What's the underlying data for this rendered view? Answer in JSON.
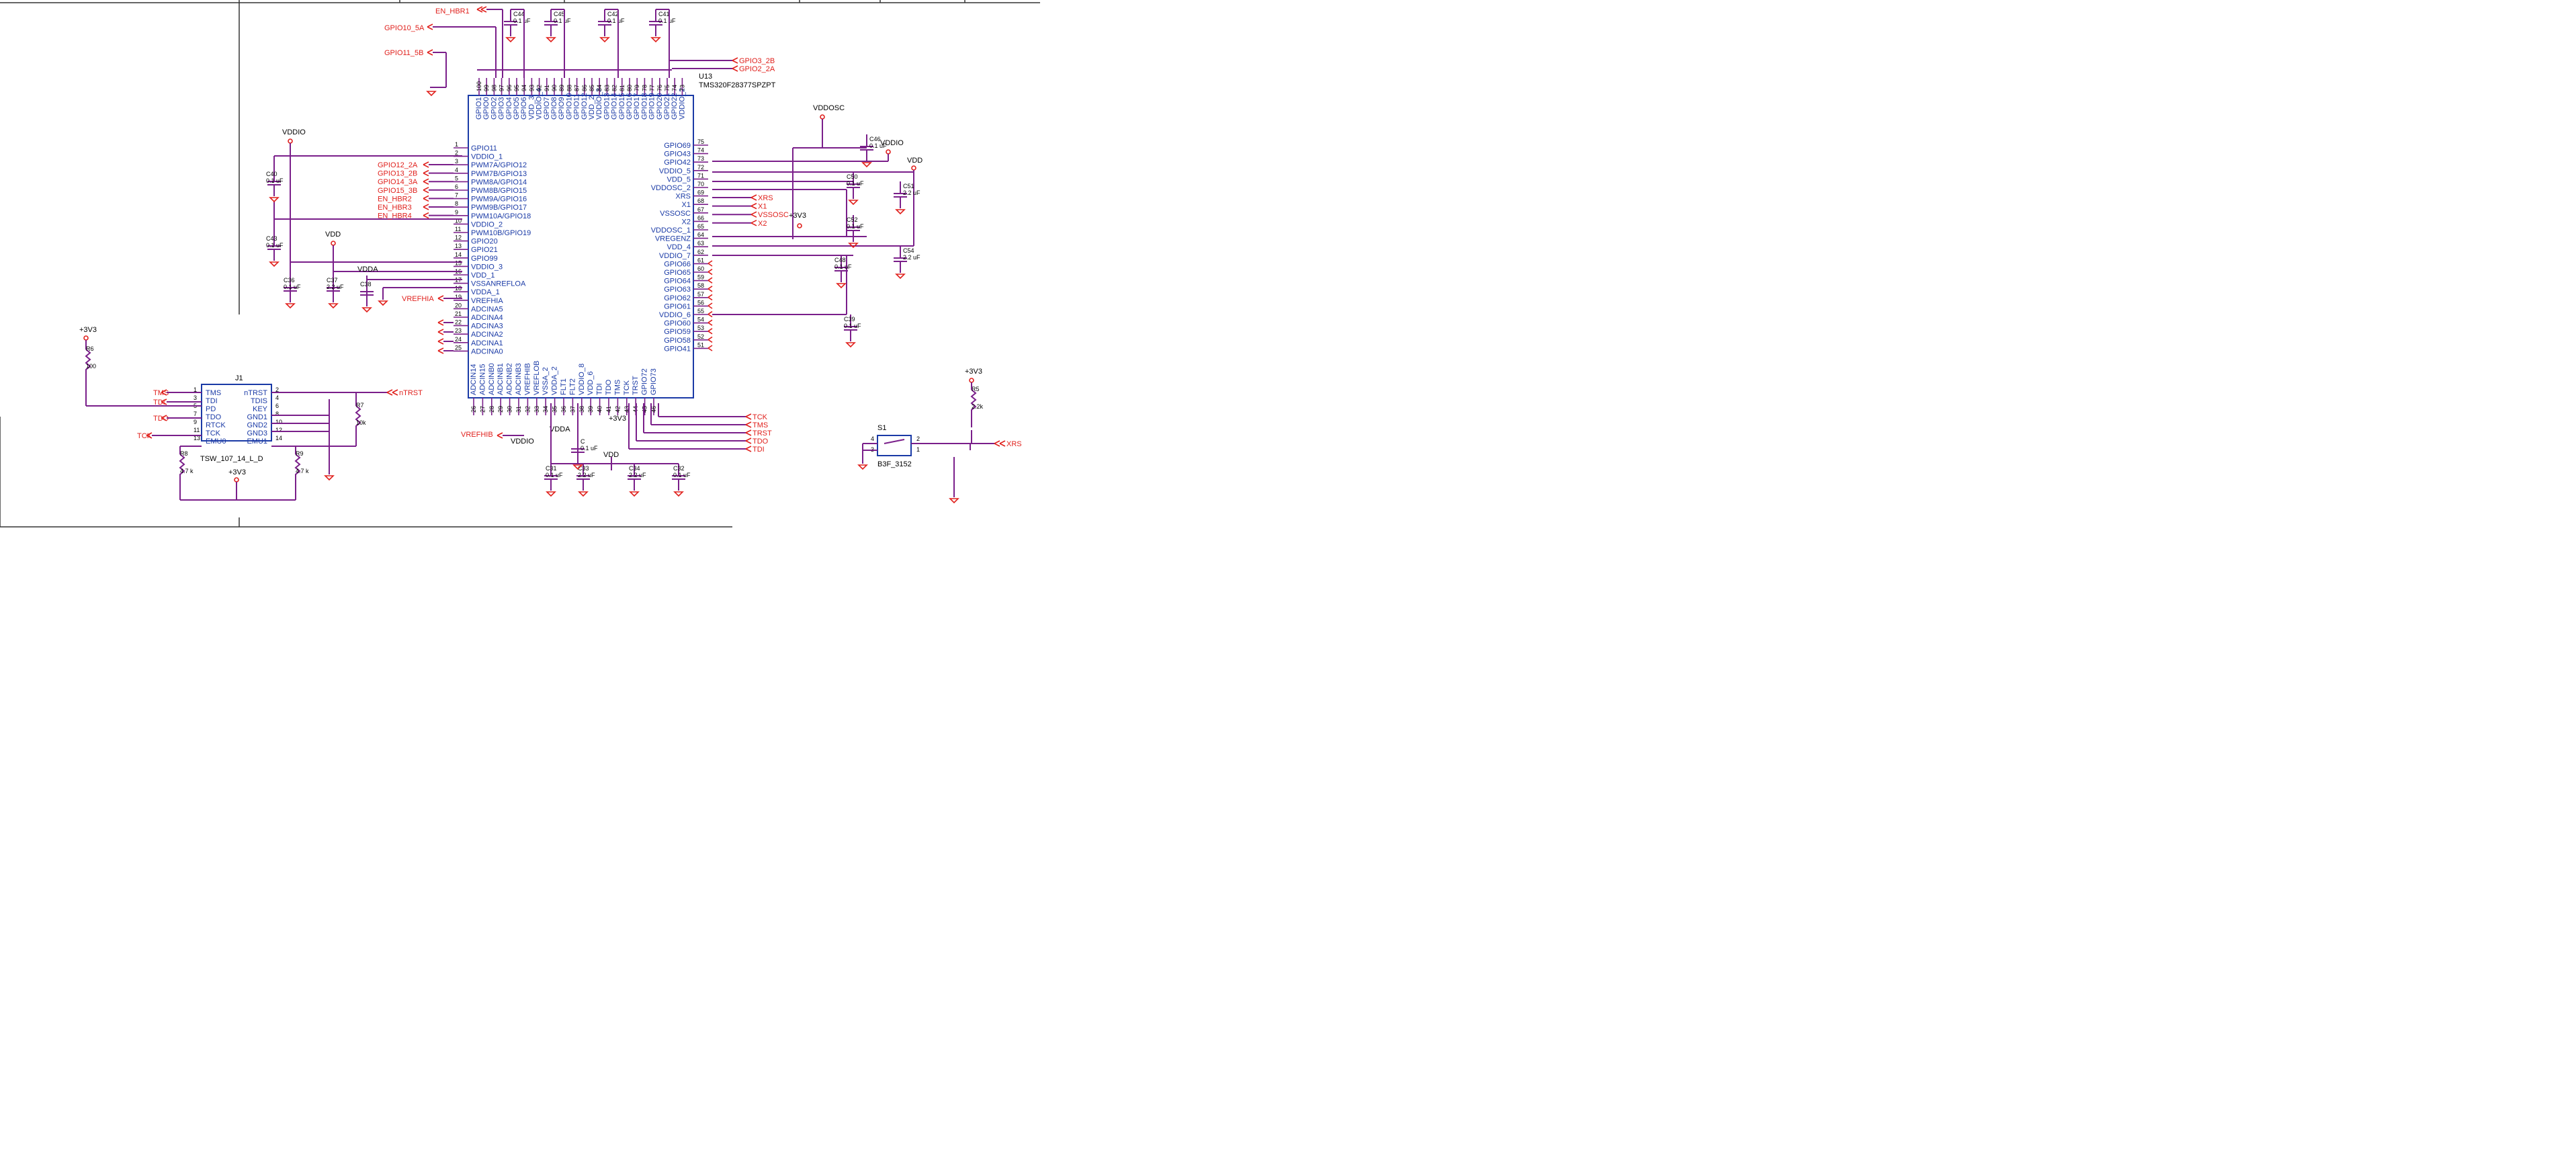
{
  "colors": {
    "wire": "#7a1f8a",
    "component_body": "#1a3aa6",
    "net_label": "#e0201c",
    "frame": "#333333",
    "background": "#ffffff"
  },
  "u13": {
    "ref": "U13",
    "part": "TMS320F28377SPZPT",
    "top_pins": [
      "GPIO1",
      "GPIO0",
      "GPIO2",
      "GPIO3",
      "GPIO4",
      "GPIO5",
      "GPIO6",
      "VDD_3",
      "VDDIO_4",
      "GPIO7",
      "GPIO8",
      "GPIO9",
      "GPIO10",
      "GPIO11",
      "GPIO12",
      "VDD_2",
      "VDDIO_3",
      "GPIO13",
      "GPIO14",
      "GPIO15",
      "GPIO16",
      "GPIO17",
      "GPIO18",
      "GPIO19",
      "GPIO20",
      "GPIO21",
      "GPIO22",
      "VDDIO_2"
    ],
    "left_pins": [
      "GPIO11",
      "VDDIO_1",
      "PWM7A/GPIO12",
      "PWM7B/GPIO13",
      "PWM8A/GPIO14",
      "PWM8B/GPIO15",
      "PWM9A/GPIO16",
      "PWM9B/GPIO17",
      "PWM10A/GPIO18",
      "VDDIO_2",
      "PWM10B/GPIO19",
      "GPIO20",
      "GPIO21",
      "GPIO99",
      "VDDIO_3",
      "VDD_1",
      "VSSANREFLOA",
      "VDDA_1",
      "VREFHIA",
      "ADCINA5",
      "ADCINA4",
      "ADCINA3",
      "ADCINA2",
      "ADCINA1",
      "ADCINA0"
    ],
    "right_pins": [
      "GPIO69",
      "GPIO43",
      "GPIO42",
      "VDDIO_5",
      "VDD_5",
      "VDDOSC_2",
      "XRS",
      "X1",
      "VSSOSC",
      "X2",
      "VDDOSC_1",
      "VREGENZ",
      "VDD_4",
      "VDDIO_7",
      "GPIO66",
      "GPIO65",
      "GPIO64",
      "GPIO63",
      "GPIO62",
      "GPIO61",
      "VDDIO_6",
      "GPIO60",
      "GPIO59",
      "GPIO58",
      "GPIO41"
    ],
    "bottom_pins": [
      "ADCIN14",
      "ADCIN15",
      "ADCINB0",
      "ADCINB1",
      "ADCINB2",
      "ADCINB3",
      "VREFHIB",
      "VREFLOB",
      "VSSA_2",
      "VDDA_2",
      "FLT1",
      "FLT2",
      "VDDIO_8",
      "VDD_6",
      "TDI",
      "TDO",
      "TMS",
      "TCK",
      "TRST",
      "GPIO72",
      "GPIO73"
    ]
  },
  "left_nets": [
    "GPIO12_2A",
    "GPIO13_2B",
    "GPIO14_3A",
    "GPIO15_3B",
    "EN_HBR2",
    "EN_HBR3",
    "EN_HBR4"
  ],
  "top_nets": [
    "EN_HBR1",
    "GPIO10_5A",
    "GPIO11_5B"
  ],
  "right_top_nets": [
    "GPIO3_2B",
    "GPIO2_2A"
  ],
  "right_nets": [
    "XRS",
    "X1",
    "VSSOSC",
    "X2"
  ],
  "bottom_nets": [
    "TCK",
    "TMS",
    "TRST",
    "TDO",
    "TDI"
  ],
  "power": {
    "vddio": "VDDIO",
    "vdd": "VDD",
    "vdda": "VDDA",
    "vddosc": "VDDOSC",
    "p3v3": "+3V3",
    "vrefhia": "VREFHIA",
    "vrefhib": "VREFHIB"
  },
  "caps": [
    {
      "ref": "C44",
      "val": "0.1 uF"
    },
    {
      "ref": "C45",
      "val": "0.1 uF"
    },
    {
      "ref": "C42",
      "val": "0.1 uF"
    },
    {
      "ref": "C41",
      "val": "0.1 uF"
    },
    {
      "ref": "C40",
      "val": "0.1 uF"
    },
    {
      "ref": "C43",
      "val": "0.1 uF"
    },
    {
      "ref": "C36",
      "val": "0.1 uF"
    },
    {
      "ref": "C37",
      "val": "2.2 uF"
    },
    {
      "ref": "C38",
      "val": ""
    },
    {
      "ref": "C46",
      "val": "0.1 uF"
    },
    {
      "ref": "C50",
      "val": "0.1 uF"
    },
    {
      "ref": "C51",
      "val": "2.2 uF"
    },
    {
      "ref": "C52",
      "val": "0.1 uF"
    },
    {
      "ref": "C48",
      "val": "0.1 uF"
    },
    {
      "ref": "C54",
      "val": "2.2 uF"
    },
    {
      "ref": "C39",
      "val": "0.1 uF"
    },
    {
      "ref": "C31",
      "val": "0.1 uF"
    },
    {
      "ref": "C33",
      "val": "2.2 uF"
    },
    {
      "ref": "C34",
      "val": "2.2 uF"
    },
    {
      "ref": "C32",
      "val": "0.1 uF"
    },
    {
      "ref": "C",
      "val": "0.1 uF"
    }
  ],
  "jtag": {
    "ref": "J1",
    "part": "TSW_107_14_L_D",
    "left_pins": [
      {
        "n": "1",
        "name": "TMS"
      },
      {
        "n": "3",
        "name": "TDI"
      },
      {
        "n": "5",
        "name": "PD"
      },
      {
        "n": "7",
        "name": "TDO"
      },
      {
        "n": "9",
        "name": "RTCK"
      },
      {
        "n": "11",
        "name": "TCK"
      },
      {
        "n": "13",
        "name": "EMU0"
      }
    ],
    "right_pins": [
      {
        "n": "2",
        "name": "nTRST"
      },
      {
        "n": "4",
        "name": "TDIS"
      },
      {
        "n": "6",
        "name": "KEY"
      },
      {
        "n": "8",
        "name": "GND1"
      },
      {
        "n": "10",
        "name": "GND2"
      },
      {
        "n": "12",
        "name": "GND3"
      },
      {
        "n": "14",
        "name": "EMU1"
      }
    ],
    "nets_left": [
      "TMS",
      "TDI",
      "TDO",
      "TCK"
    ],
    "net_trst": "nTRST"
  },
  "resistors": [
    {
      "ref": "R6",
      "val": "100"
    },
    {
      "ref": "R7",
      "val": "10k"
    },
    {
      "ref": "R8",
      "val": "4.7 k"
    },
    {
      "ref": "R9",
      "val": "4.7 k"
    },
    {
      "ref": "R5",
      "val": "2.2k"
    }
  ],
  "switch": {
    "ref": "S1",
    "part": "B3F_3152",
    "pins": [
      "4",
      "3",
      "2",
      "1"
    ]
  },
  "reset_net": "XRS"
}
